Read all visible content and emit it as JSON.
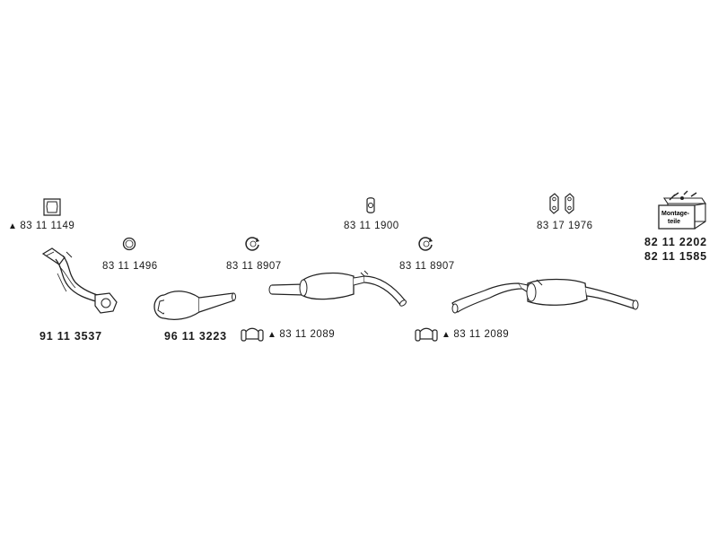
{
  "parts": {
    "gasket_square": {
      "code": "83 11 1149",
      "warning": "▲"
    },
    "ring_gasket": {
      "code": "83 11 1496"
    },
    "front_pipe": {
      "code": "91 11 3537"
    },
    "catalyst": {
      "code": "96 11 3223"
    },
    "clamp_ring_1": {
      "code": "83 11 8907"
    },
    "clamp_1": {
      "code": "83 11 2089",
      "warning": "▲"
    },
    "hanger": {
      "code": "83 11 1900"
    },
    "clamp_ring_2": {
      "code": "83 11 8907"
    },
    "clamp_2": {
      "code": "83 11 2089",
      "warning": "▲"
    },
    "rubber_mounts": {
      "code": "83 17 1976"
    },
    "mounting_kit": {
      "code_1": "82 11 2202",
      "code_2": "82 11 1585",
      "box_label_1": "Montage-",
      "box_label_2": "teile"
    }
  }
}
